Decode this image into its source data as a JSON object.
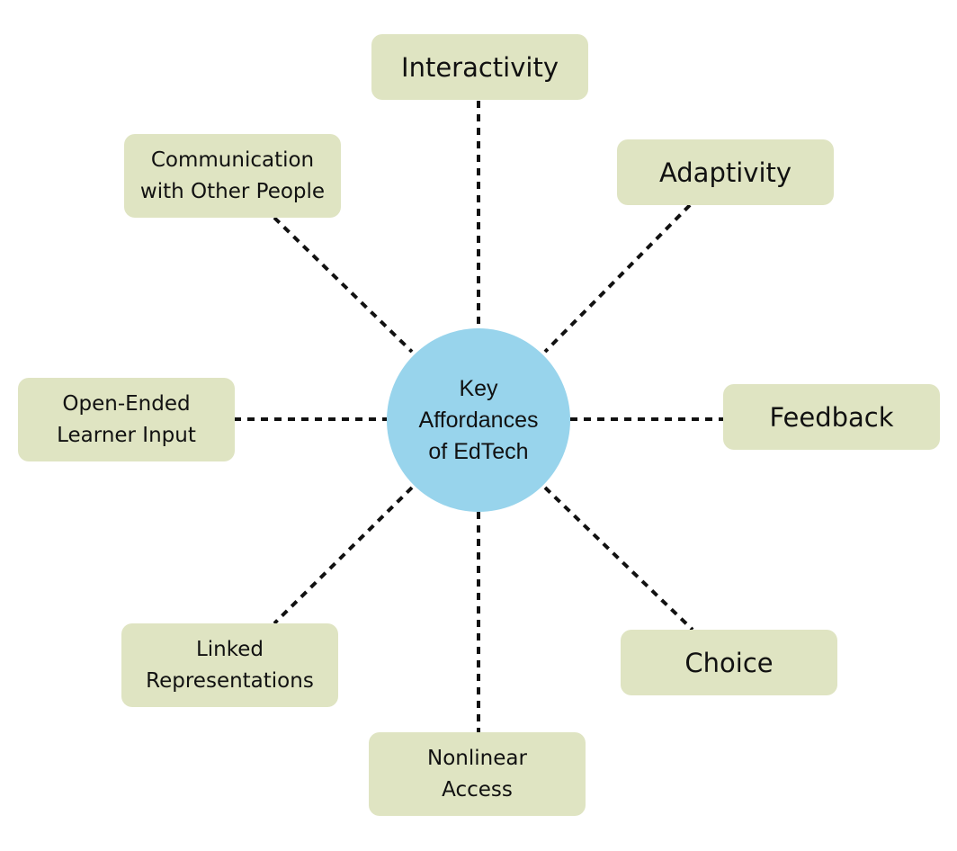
{
  "diagram": {
    "center": {
      "label": "Key\nAffordances\nof EdTech",
      "color": "#98d4ec"
    },
    "node_color": "#dfe4c2",
    "nodes": [
      {
        "id": "interactivity",
        "label": "Interactivity"
      },
      {
        "id": "adaptivity",
        "label": "Adaptivity"
      },
      {
        "id": "feedback",
        "label": "Feedback"
      },
      {
        "id": "choice",
        "label": "Choice"
      },
      {
        "id": "nonlinear-access",
        "label": "Nonlinear\nAccess"
      },
      {
        "id": "linked-representations",
        "label": "Linked\nRepresentations"
      },
      {
        "id": "open-ended-learner-input",
        "label": "Open-Ended\nLearner Input"
      },
      {
        "id": "communication-with-other-people",
        "label": "Communication\nwith Other People"
      }
    ],
    "connector_style": "dotted"
  }
}
